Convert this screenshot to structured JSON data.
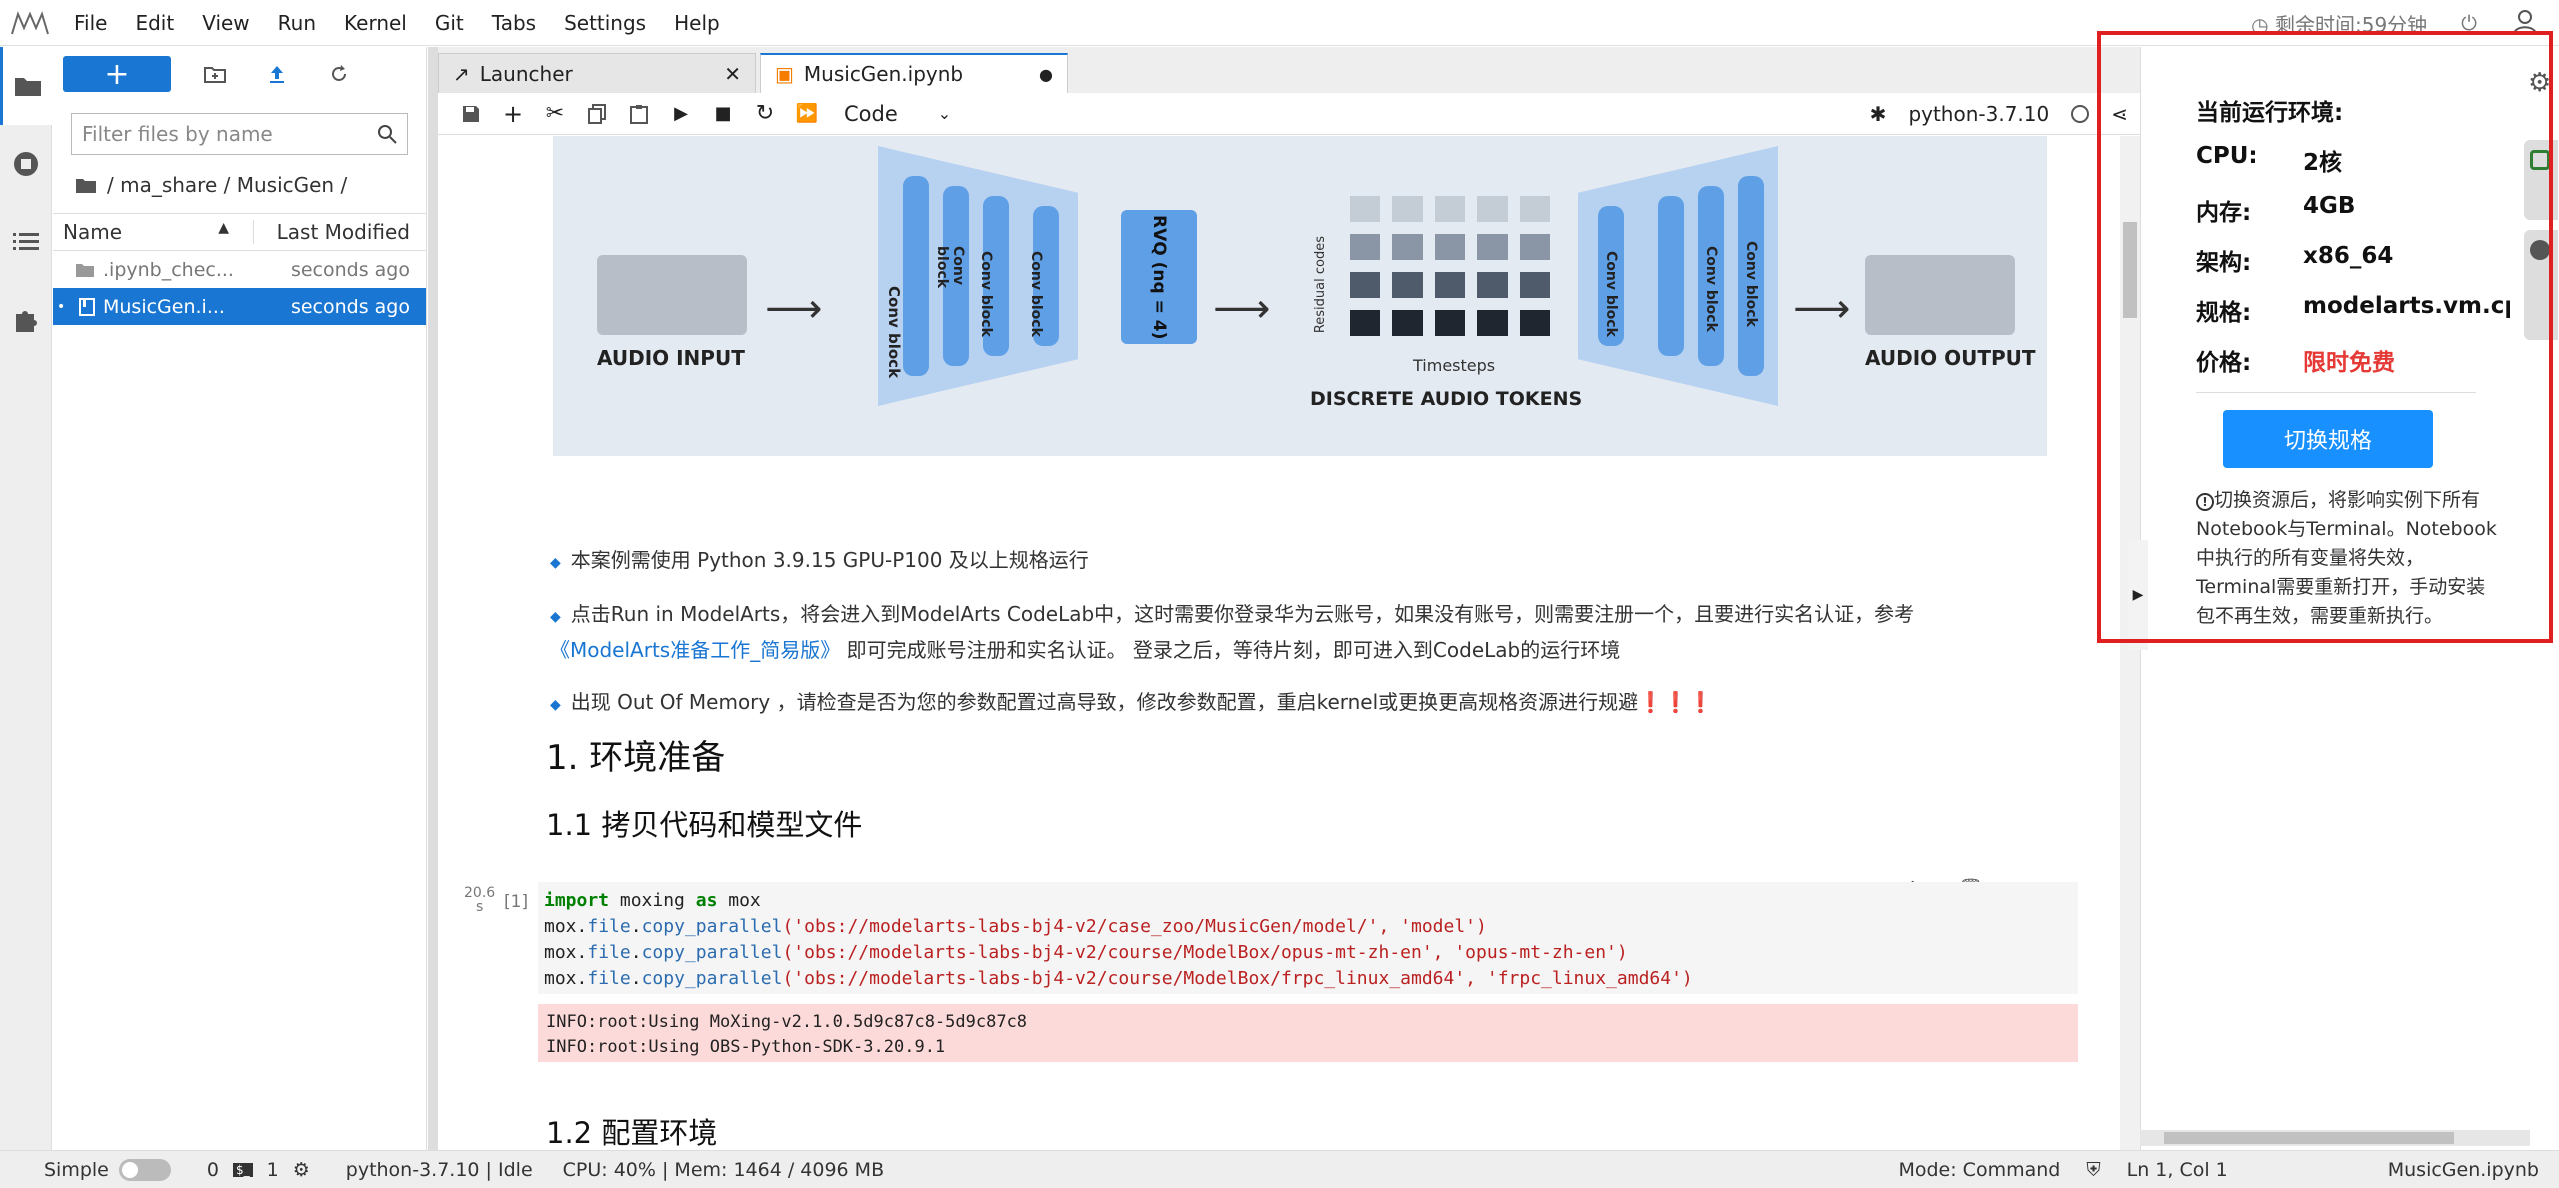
{
  "menu": {
    "items": [
      "File",
      "Edit",
      "View",
      "Run",
      "Kernel",
      "Git",
      "Tabs",
      "Settings",
      "Help"
    ]
  },
  "topbar": {
    "remaining_time": "剩余时间:59分钟"
  },
  "filebrowser": {
    "search_placeholder": "Filter files by name",
    "breadcrumb": "/ ma_share / MusicGen /",
    "col_name": "Name",
    "col_modified": "Last Modified",
    "files": [
      {
        "name": ".ipynb_chec...",
        "modified": "seconds ago"
      },
      {
        "name": "MusicGen.i...",
        "modified": "seconds ago"
      }
    ]
  },
  "tabs": [
    {
      "label": "Launcher"
    },
    {
      "label": "MusicGen.ipynb"
    }
  ],
  "toolbar": {
    "cell_type": "Code",
    "kernel": "python-3.7.10"
  },
  "diagram": {
    "audio_input": "AUDIO INPUT",
    "audio_output": "AUDIO OUTPUT",
    "conv_block": "Conv block",
    "rvq": "RVQ (n",
    "rvq_sub": "q",
    "rvq_end": " = 4)",
    "residual": "Residual codes",
    "timesteps": "Timesteps",
    "tokens": "DISCRETE AUDIO TOKENS"
  },
  "notebook": {
    "bullet1": "本案例需使用 Python 3.9.15 GPU-P100 及以上规格运行",
    "bullet2a": "点击Run in ModelArts，将会进入到ModelArts CodeLab中，这时需要你登录华为云账号，如果没有账号，则需要注册一个，且要进行实名认证，参考",
    "bullet2_link": "《ModelArts准备工作_简易版》",
    "bullet2b": " 即可完成账号注册和实名认证。 登录之后，等待片刻，即可进入到CodeLab的运行环境",
    "bullet3": "出现 Out Of Memory ，请检查是否为您的参数配置过高导致，修改参数配置，重启kernel或更换更高规格资源进行规避",
    "bullet3_marks": "❗❗❗",
    "h1": "1. 环境准备",
    "h2a": "1.1 拷贝代码和模型文件",
    "h2b": "1.2 配置环境",
    "exec_time": "20.6",
    "exec_unit": "s",
    "prompt": "[1]",
    "code_kw1": "import",
    "code_mod": " moxing ",
    "code_kw2": "as",
    "code_alias": " mox",
    "code_line2": "('obs://modelarts-labs-bj4-v2/case_zoo/MusicGen/model/', 'model')",
    "code_line3": "('obs://modelarts-labs-bj4-v2/course/ModelBox/opus-mt-zh-en', 'opus-mt-zh-en')",
    "code_line4": "('obs://modelarts-labs-bj4-v2/course/ModelBox/frpc_linux_amd64', 'frpc_linux_amd64')",
    "code_prefix": "mox.",
    "code_file": "file",
    ".": ".",
    "code_fn": "copy_parallel",
    "out1": "INFO:root:Using MoXing-v2.1.0.5d9c87c8-5d9c87c8",
    "out2": "INFO:root:Using OBS-Python-SDK-3.20.9.1"
  },
  "env": {
    "title": "当前运行环境:",
    "cpu_label": "CPU:",
    "cpu": "2核",
    "mem_label": "内存:",
    "mem": "4GB",
    "arch_label": "架构:",
    "arch": "x86_64",
    "spec_label": "规格:",
    "spec": "modelarts.vm.cpu.f",
    "price_label": "价格:",
    "price": "限时免费",
    "switch": "切换规格",
    "notice": "切换资源后，将影响实例下所有Notebook与Terminal。Notebook中执行的所有变量将失效，Terminal需要重新打开，手动安装包不再生效，需要重新执行。"
  },
  "status": {
    "mode_simple": "Simple",
    "count1": "0",
    "count2": "1",
    "kernel": "python-3.7.10 | Idle",
    "usage": "CPU: 40% | Mem: 1464 / 4096 MB",
    "mode": "Mode: Command",
    "cursor": "Ln 1, Col 1",
    "file": "MusicGen.ipynb"
  },
  "colors": {
    "accent": "#1976d2",
    "alert": "#e02020"
  }
}
